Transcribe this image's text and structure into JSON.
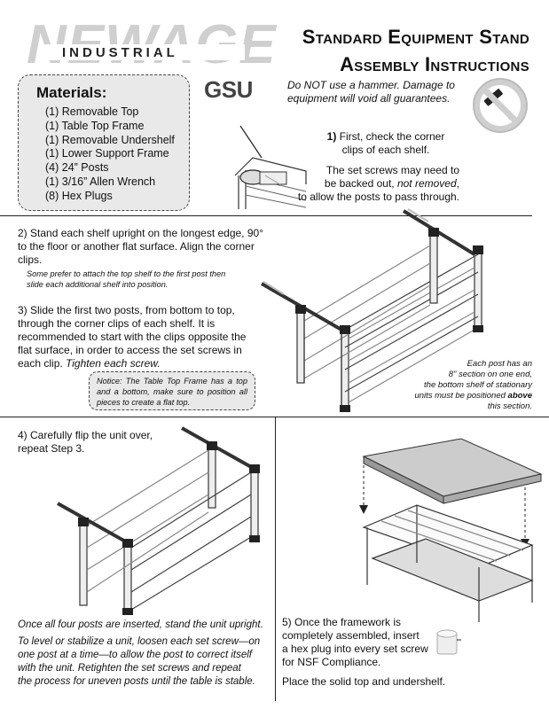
{
  "logo": {
    "brand": "NEWAGE",
    "sub": "INDUSTRIAL"
  },
  "title": {
    "line1": "Standard Equipment Stand",
    "line2": "Assembly Instructions"
  },
  "model_badge": "GSU",
  "materials": {
    "heading": "Materials:",
    "items": [
      "(1) Removable Top",
      "(1) Table Top Frame",
      "(1) Removable Undershelf",
      "(1) Lower Support Frame",
      "(4) 24” Posts",
      "(1) 3/16” Allen Wrench",
      "(8) Hex Plugs"
    ]
  },
  "warning": {
    "line1": "Do NOT use a hammer. Damage to",
    "line2": "equipment will void all guarantees."
  },
  "step1": {
    "num": "1)",
    "line1": " First, check the corner",
    "line2": "clips of each shelf.",
    "b1": "The set screws may need to",
    "b2a": "be backed out, ",
    "b2em": "not removed",
    "b2b": ",",
    "b3": "to allow the posts to pass through."
  },
  "step2": {
    "l1": "2) Stand each shelf upright on the longest edge, 90°",
    "l2": "to the floor or another flat surface. Align the corner",
    "l3": "clips.",
    "tip1": "Some prefer to attach the top shelf to the first post then",
    "tip2": "slide each additional shelf into position."
  },
  "step3": {
    "l1": "3) Slide the first two posts, from bottom to top,",
    "l2": "through the corner clips of each shelf. It is",
    "l3": "recommended to start with the clips opposite the",
    "l4": "flat surface, in order to access the set screws in",
    "l5a": "each clip. ",
    "l5em": "Tighten each screw."
  },
  "notice": "Notice: The Table Top Frame has a top and a bottom, make sure to position all pieces to create a flat top.",
  "post_note": {
    "l1": "Each post has an",
    "l2": "8\" section on one end,",
    "l3": "the bottom shelf of stationary",
    "l4a": "units must be positioned ",
    "l4b": "above",
    "l5": "this section."
  },
  "step4": {
    "l1": "4) Carefully flip the unit over,",
    "l2": "repeat Step 3."
  },
  "upright": "Once all four posts are inserted, stand the unit upright.",
  "level": {
    "l1": "To level or stabilize a unit, loosen each set screw—on",
    "l2": "one post at a time—to allow the post to correct itself",
    "l3": "with the unit. Retighten the set screws and repeat",
    "l4": "the process for uneven posts until the table is stable."
  },
  "step5": {
    "l1": "5) Once the framework is",
    "l2": "completely assembled, insert",
    "l3": "a hex plug into every set screw",
    "l4": "for NSF Compliance.",
    "l5": "Place the solid top and undershelf."
  }
}
